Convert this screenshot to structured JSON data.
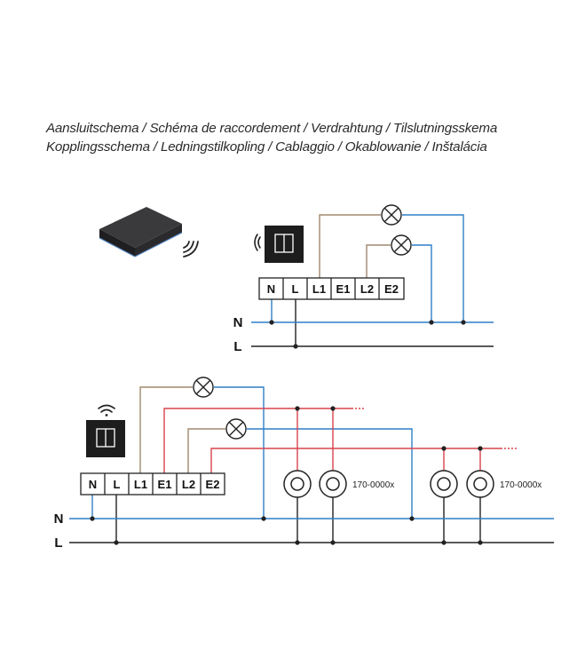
{
  "title": {
    "line1": "Aansluitschema / Schéma de raccordement / Verdrahtung / Tilslutningsskema",
    "line2": "Kopplingsschema / Ledningstilkopling / Cablaggio / Okablowanie / Inštalácia"
  },
  "terminals": [
    "N",
    "L",
    "L1",
    "E1",
    "L2",
    "E2"
  ],
  "bus": {
    "neutral": "N",
    "live": "L"
  },
  "fixture_code": "170-0000x",
  "colors": {
    "neutral": "#2f7fc8",
    "live": "#222222",
    "switched": "#a0896e",
    "red": "#d8434c"
  },
  "icons": [
    "hub-device",
    "wireless-signal-icon",
    "switch-icon",
    "wifi-icon",
    "lamp-icon",
    "fixture-icon"
  ]
}
